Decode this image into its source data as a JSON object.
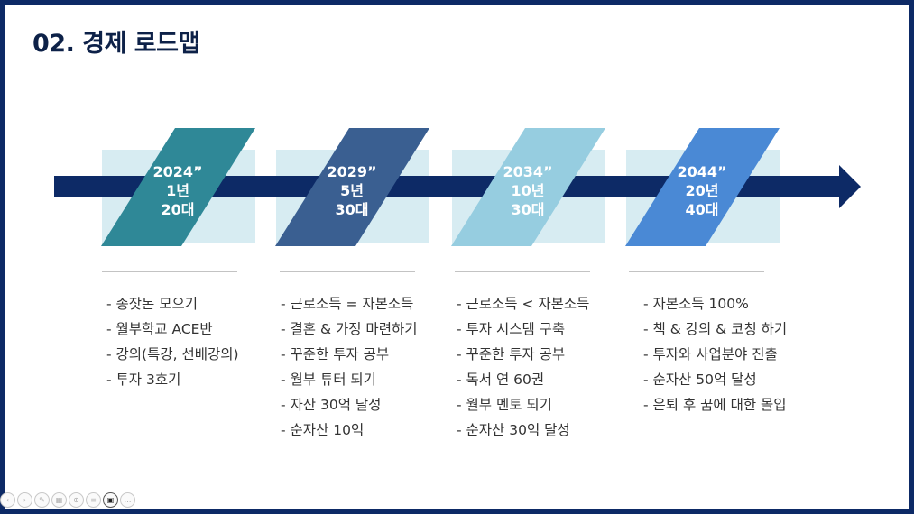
{
  "title": "02. 경제 로드맵",
  "milestones": [
    {
      "year": "2024”",
      "duration": "1년",
      "age": "20대",
      "color": "#2f8897"
    },
    {
      "year": "2029”",
      "duration": "5년",
      "age": "30대",
      "color": "#3a5f91"
    },
    {
      "year": "2034”",
      "duration": "10년",
      "age": "30대",
      "color": "#96cde0"
    },
    {
      "year": "2044”",
      "duration": "20년",
      "age": "40대",
      "color": "#4a89d5"
    }
  ],
  "columns": [
    [
      "- 종잣돈 모으기",
      "- 월부학교 ACE반",
      "- 강의(특강, 선배강의)",
      "- 투자 3호기"
    ],
    [
      "- 근로소득 = 자본소득",
      "- 결혼 & 가정 마련하기",
      "- 꾸준한 투자 공부",
      "- 월부 튜터 되기",
      "- 자산 30억 달성",
      "- 순자산 10억"
    ],
    [
      "- 근로소득 < 자본소득",
      "- 투자 시스템 구축",
      "- 꾸준한 투자 공부",
      "- 독서 연 60권",
      "- 월부 멘토 되기",
      "- 순자산 30억 달성"
    ],
    [
      "- 자본소득 100%",
      "- 책 & 강의 & 코칭 하기",
      "- 투자와 사업분야 진출",
      "- 순자산 50억 달성",
      "- 은퇴 후 꿈에 대한 몰입"
    ]
  ],
  "colors": {
    "arrow": "#0d2a66",
    "shadow": "#d7ecf2",
    "border": "#0d2a66"
  },
  "toolbar": {
    "icons": [
      "back-icon",
      "forward-icon",
      "pen-icon",
      "highlighter-icon",
      "zoom-icon",
      "menu-icon",
      "camera-icon",
      "more-icon"
    ]
  }
}
